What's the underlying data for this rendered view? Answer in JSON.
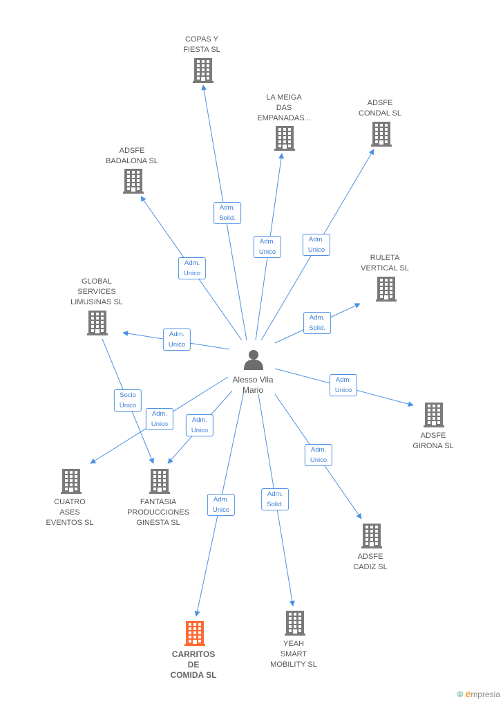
{
  "colors": {
    "edge": "#4a90e2",
    "building": "#7a7a7a",
    "building_highlight": "#ff6a33",
    "person": "#6d6d6d"
  },
  "center": {
    "name_lines": [
      "Alesso Vila",
      "Mario"
    ],
    "icon": "person-icon"
  },
  "nodes": [
    {
      "id": "copas-y-fiesta",
      "lines": [
        "COPAS Y",
        "FIESTA  SL"
      ],
      "highlight": false,
      "icon": "building-icon"
    },
    {
      "id": "la-meiga",
      "lines": [
        "LA MEIGA",
        "DAS",
        "EMPANADAS..."
      ],
      "highlight": false,
      "icon": "building-icon"
    },
    {
      "id": "adsfe-condal",
      "lines": [
        "ADSFE",
        "CONDAL SL"
      ],
      "highlight": false,
      "icon": "building-icon"
    },
    {
      "id": "adsfe-badalona",
      "lines": [
        "ADSFE",
        "BADALONA SL"
      ],
      "highlight": false,
      "icon": "building-icon"
    },
    {
      "id": "ruleta-vertical",
      "lines": [
        "RULETA",
        "VERTICAL  SL"
      ],
      "highlight": false,
      "icon": "building-icon"
    },
    {
      "id": "global-services",
      "lines": [
        "GLOBAL",
        "SERVICES",
        "LIMUSINAS SL"
      ],
      "highlight": false,
      "icon": "building-icon"
    },
    {
      "id": "adsfe-girona",
      "lines": [
        "ADSFE",
        "GIRONA SL"
      ],
      "highlight": false,
      "icon": "building-icon"
    },
    {
      "id": "cuatro-ases",
      "lines": [
        "CUATRO",
        "ASES",
        "EVENTOS SL"
      ],
      "highlight": false,
      "icon": "building-icon"
    },
    {
      "id": "fantasia-producciones",
      "lines": [
        "FANTASIA",
        "PRODUCCIONES",
        "GINESTA SL"
      ],
      "highlight": false,
      "icon": "building-icon"
    },
    {
      "id": "adsfe-cadiz",
      "lines": [
        "ADSFE",
        "CADIZ SL"
      ],
      "highlight": false,
      "icon": "building-icon"
    },
    {
      "id": "carritos-de-comida",
      "lines": [
        "CARRITOS",
        "DE",
        "COMIDA  SL"
      ],
      "highlight": true,
      "icon": "building-icon"
    },
    {
      "id": "yeah-smart-mobility",
      "lines": [
        "YEAH",
        "SMART",
        "MOBILITY  SL"
      ],
      "highlight": false,
      "icon": "building-icon"
    }
  ],
  "edges": [
    {
      "to": "copas-y-fiesta",
      "lines": [
        "Adm.",
        "Solid."
      ]
    },
    {
      "to": "la-meiga",
      "lines": [
        "Adm.",
        "Unico"
      ]
    },
    {
      "to": "adsfe-condal",
      "lines": [
        "Adm.",
        "Unico"
      ]
    },
    {
      "to": "adsfe-badalona",
      "lines": [
        "Adm.",
        "Unico"
      ]
    },
    {
      "to": "ruleta-vertical",
      "lines": [
        "Adm.",
        "Solid."
      ]
    },
    {
      "to": "global-services",
      "lines": [
        "Adm.",
        "Unico"
      ]
    },
    {
      "to": "adsfe-girona",
      "lines": [
        "Adm.",
        "Unico"
      ]
    },
    {
      "to": "cuatro-ases",
      "lines": [
        "Adm.",
        "Unico"
      ]
    },
    {
      "to": "fantasia-producciones",
      "lines": [
        "Adm.",
        "Unico"
      ]
    },
    {
      "to": "adsfe-cadiz",
      "lines": [
        "Adm.",
        "Unico"
      ]
    },
    {
      "to": "carritos-de-comida",
      "lines": [
        "Adm.",
        "Unico"
      ]
    },
    {
      "to": "yeah-smart-mobility",
      "lines": [
        "Adm.",
        "Solid."
      ]
    },
    {
      "from": "global-services",
      "to": "fantasia-producciones",
      "lines": [
        "Socio",
        "Único"
      ]
    }
  ],
  "footer": {
    "copyright_symbol": "©",
    "brand_initial": "e",
    "brand_rest": "mpresia"
  }
}
